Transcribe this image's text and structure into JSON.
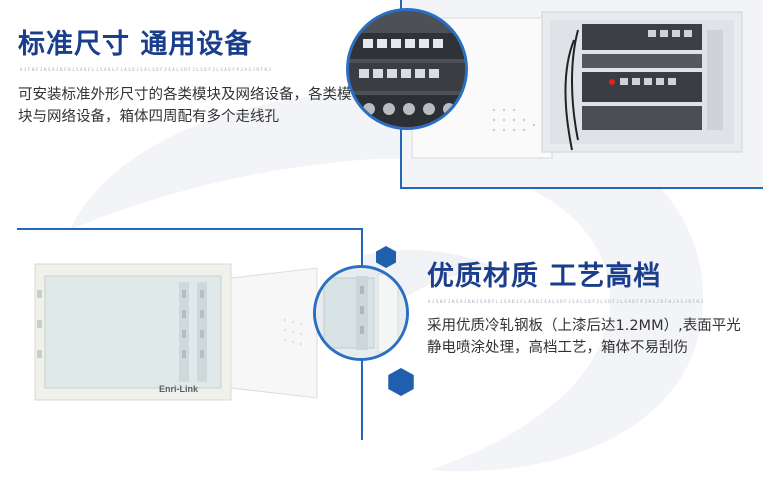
{
  "section1": {
    "title": "标准尺寸 通用设备",
    "deco_line": "AJFHFJHSAJDFHJSADFLJSADLFJASDJSALSDFJSALSDFJLSDFJLSADFPJASJDFHJ",
    "description": "可安装标准外形尺寸的各类模块及网络设备，各类模块与网络设备，箱体四周配有多个走线孔"
  },
  "section2": {
    "title": "优质材质 工艺高档",
    "deco_line": "AJSHFJHSAJDHJSADFLJSADJFLASDJSALSDFJSALSDFJLSDFJLSADFPJASJDFHJASJDFHJ",
    "description": "采用优质冷轧钢板（上漆后达1.2MM）,表面平光静电喷涂处理，高档工艺，箱体不易刮伤"
  },
  "box_logo": "Enri-Link",
  "colors": {
    "title": "#1a3e8c",
    "accent_blue": "#2267b8",
    "hexagon": "#1f5fae",
    "body_text": "#333333"
  }
}
